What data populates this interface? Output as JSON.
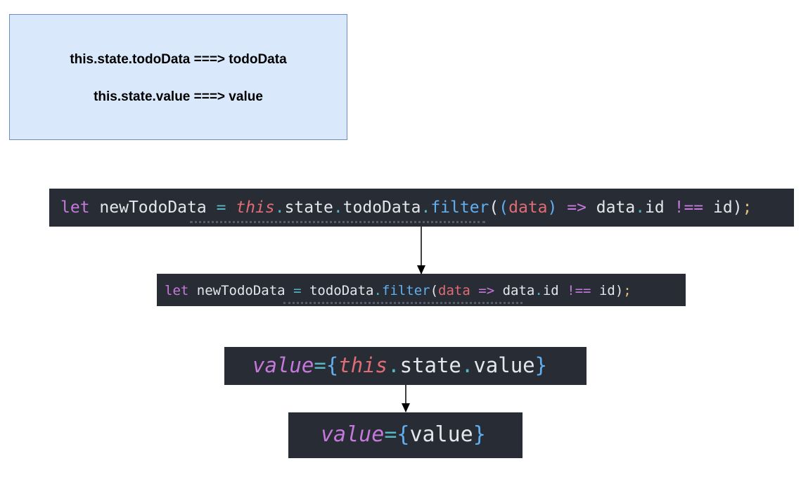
{
  "note": {
    "line1": "this.state.todoData ===> todoData",
    "line2": "this.state.value ===> value"
  },
  "code_blocks": {
    "filter_before": {
      "kw_let": "let",
      "var_name": "newTodoData",
      "assign": "=",
      "this_kw": "this",
      "dot1": ".",
      "state": "state",
      "dot2": ".",
      "todo": "todoData",
      "dot3": ".",
      "filter": "filter",
      "open": "(",
      "param_open": "(",
      "param": "data",
      "param_close": ")",
      "arrow": "=>",
      "data": "data",
      "dot4": ".",
      "id": "id",
      "neq": "!==",
      "id2": "id",
      "close": ")",
      "semi": ";"
    },
    "filter_after": {
      "kw_let": "let",
      "var_name": "newTodoData",
      "assign": "=",
      "todo": "todoData",
      "dot1": ".",
      "filter": "filter",
      "open": "(",
      "param": "data",
      "arrow": "=>",
      "data": "data",
      "dot2": ".",
      "id": "id",
      "neq": "!==",
      "id2": "id",
      "close": ")",
      "semi": ";"
    },
    "value_before": {
      "attr": "value",
      "eq": "=",
      "lbrace": "{",
      "this_kw": "this",
      "dot1": ".",
      "state": "state",
      "dot2": ".",
      "value": "value",
      "rbrace": "}"
    },
    "value_after": {
      "attr": "value",
      "eq": "=",
      "lbrace": "{",
      "value": "value",
      "rbrace": "}"
    }
  },
  "colors": {
    "note_fill": "#dae8fc",
    "note_border": "#6c8ebf",
    "code_bg": "#282c34",
    "keyword": "#c678dd",
    "this": "#e06c75",
    "function": "#61afef",
    "operator": "#56b6c2"
  }
}
